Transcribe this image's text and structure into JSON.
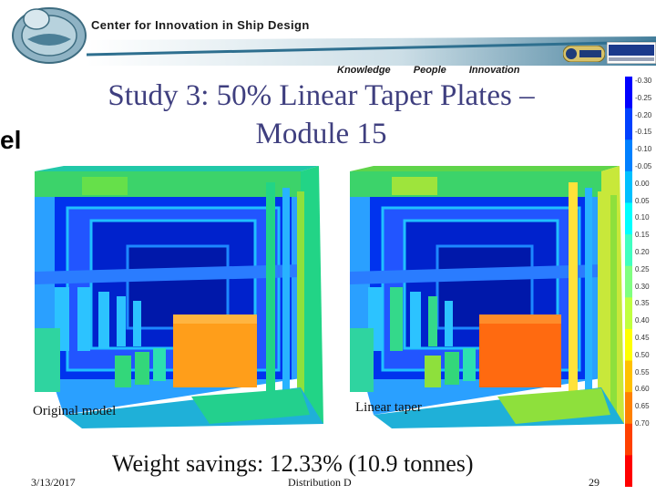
{
  "header": {
    "org_name": "Center for Innovation in Ship Design",
    "tagline": [
      "Knowledge",
      "People",
      "Innovation"
    ],
    "brand_color": "#2e6f8f"
  },
  "slide": {
    "title_line1": "Study 3: 50% Linear Taper Plates –",
    "title_line2": "Module 15",
    "edge_text": "el",
    "caption_left": "Original model",
    "caption_right": "Linear taper",
    "savings": "Weight savings:  12.33% (10.9 tonnes)"
  },
  "color_scale": {
    "labels": [
      "-0.30",
      "-0.25",
      "-0.20",
      "-0.15",
      "-0.10",
      "-0.05",
      "0.00",
      "0.05",
      "0.10",
      "0.15",
      "0.20",
      "0.25",
      "0.30",
      "0.35",
      "0.40",
      "0.45",
      "0.50",
      "0.55",
      "0.60",
      "0.65",
      "0.70"
    ],
    "colors": [
      "#0000ff",
      "#0040ff",
      "#0080ff",
      "#00c0ff",
      "#00ffff",
      "#40ffc0",
      "#80ff80",
      "#c0ff40",
      "#ffff00",
      "#ffc000",
      "#ff8000",
      "#ff4000",
      "#ff0000"
    ]
  },
  "footer": {
    "date": "3/13/2017",
    "distribution": "Distribution D",
    "page": "29"
  }
}
